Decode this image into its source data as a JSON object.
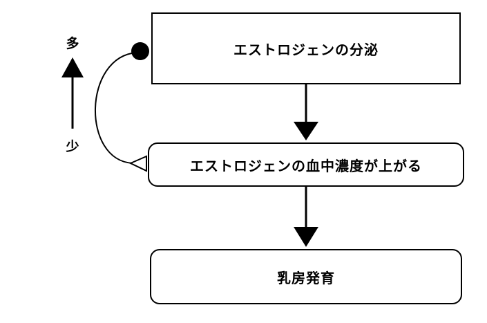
{
  "boxes": {
    "secretion": "エストロジェンの分泌",
    "concentration": "エストロジェンの血中濃度が上がる",
    "development": "乳房発育"
  },
  "scale": {
    "high": "多",
    "low": "少"
  },
  "colors": {
    "line": "#000000",
    "background": "#ffffff"
  }
}
